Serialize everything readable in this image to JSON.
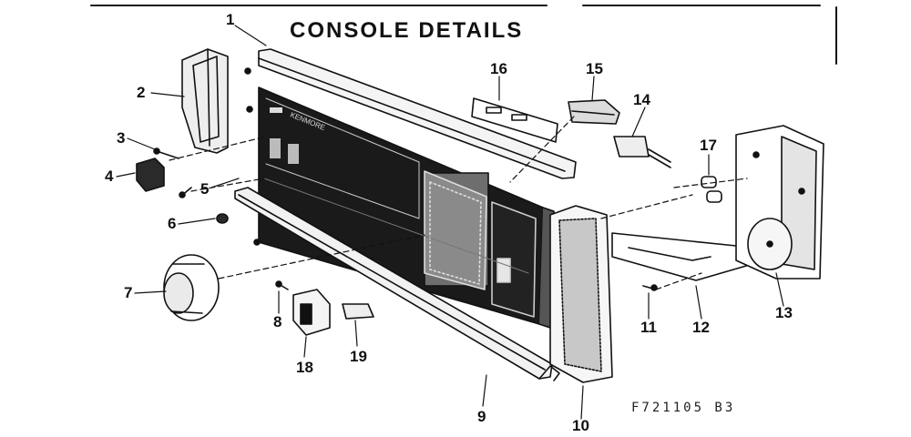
{
  "title": "CONSOLE DETAILS",
  "diagram_code": "F721105 B3",
  "brand_text": "KENMORE",
  "callouts": [
    "1",
    "2",
    "3",
    "4",
    "5",
    "6",
    "7",
    "8",
    "9",
    "10",
    "11",
    "12",
    "13",
    "14",
    "15",
    "16",
    "17",
    "18",
    "19"
  ]
}
